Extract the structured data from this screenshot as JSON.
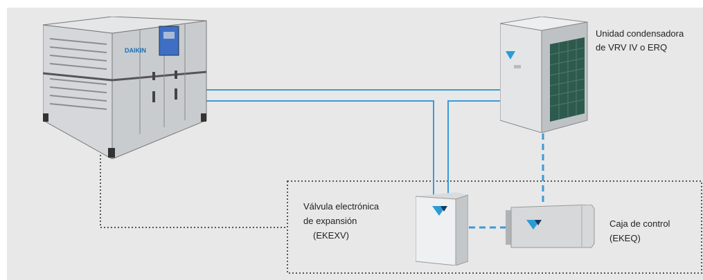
{
  "diagram": {
    "labels": {
      "condensing_unit": [
        "Unidad condensadora",
        "de VRV IV o ERQ"
      ],
      "expansion_valve": [
        "Válvula electrónica",
        "de expansión",
        "(EKEXV)"
      ],
      "control_box": [
        "Caja de control",
        "(EKEQ)"
      ]
    },
    "brand": "DAIKIN",
    "colors": {
      "background": "#e8e8e8",
      "refrigerant_pipe": "#3a9ad9",
      "control_wire": "#3a9ad9",
      "dotted_border": "#555555"
    }
  }
}
